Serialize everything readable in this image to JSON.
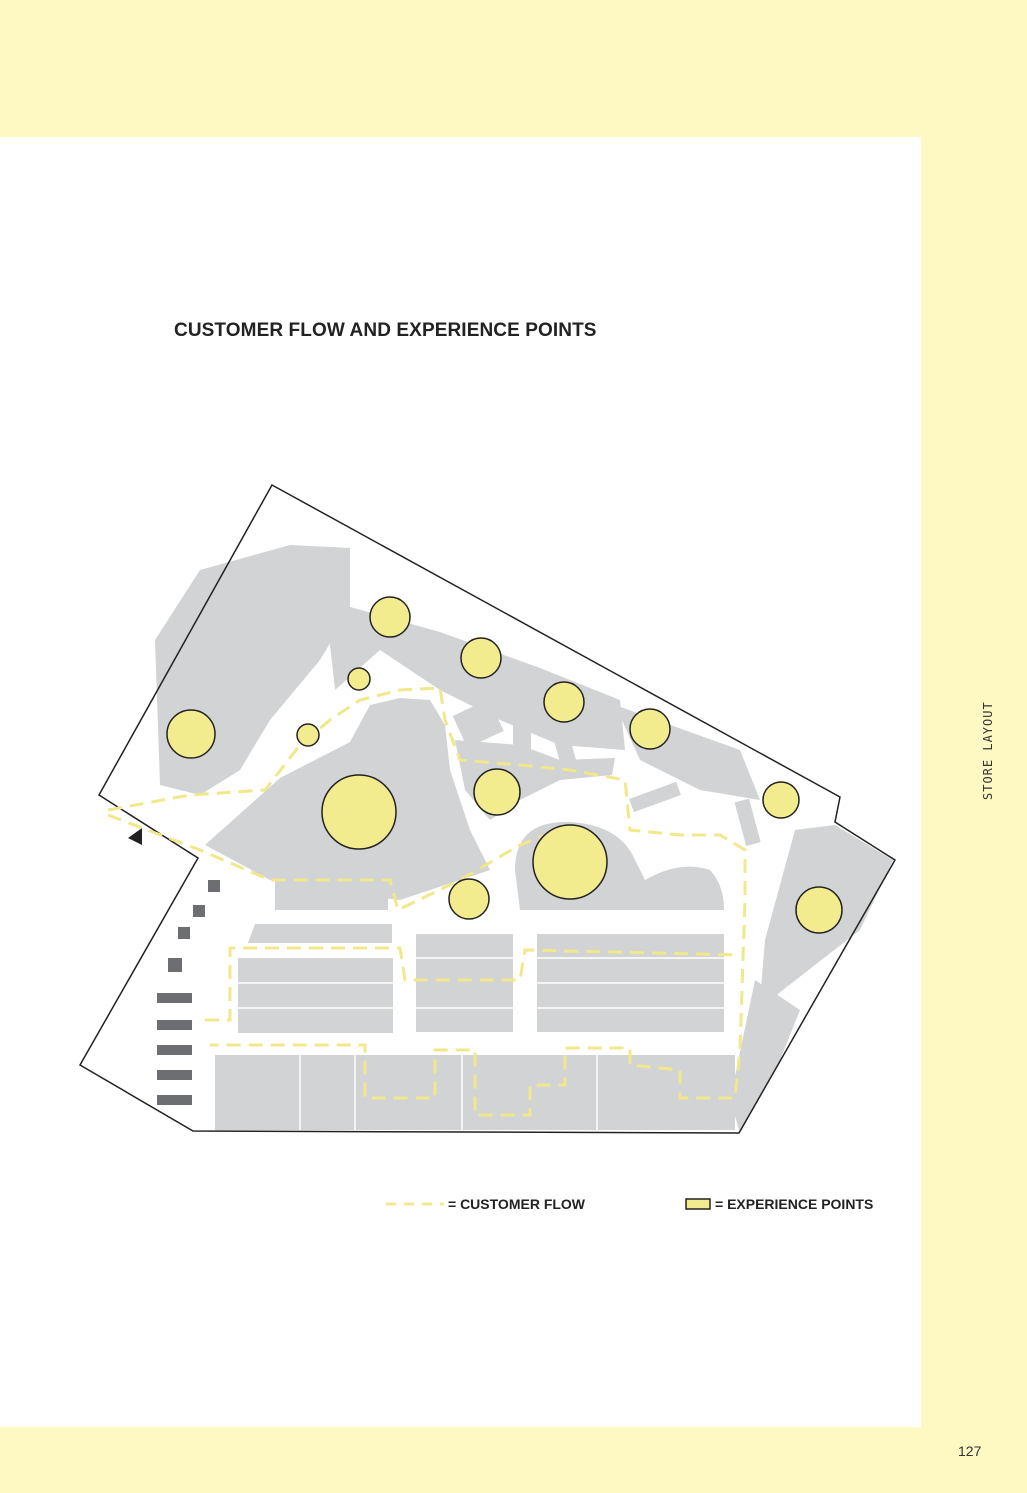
{
  "title": "CUSTOMER FLOW AND EXPERIENCE POINTS",
  "legend": {
    "flow_label": "= CUSTOMER FLOW",
    "points_label": "= EXPERIENCE POINTS"
  },
  "side_label": "STORE LAYOUT",
  "page_number": "127",
  "colors": {
    "background": "#fef9c2",
    "experience_point": "#f3ec8f",
    "flow": "#f0e88a",
    "area": "#d1d3d4"
  }
}
